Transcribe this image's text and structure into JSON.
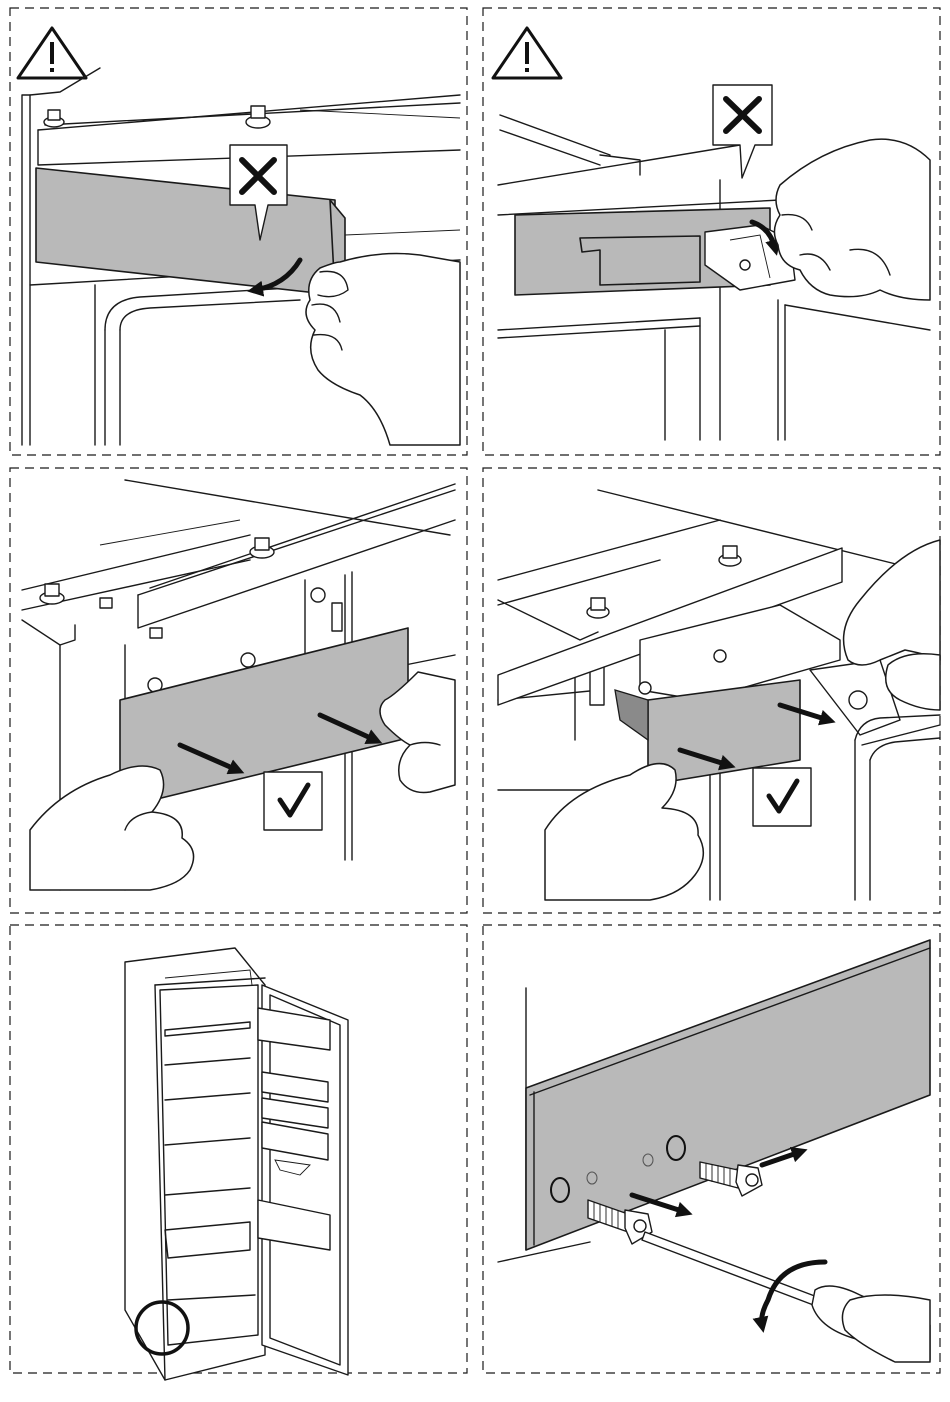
{
  "steps": [
    {
      "id": 1,
      "status": "incorrect",
      "warning": true,
      "badge_icon": "cross-icon"
    },
    {
      "id": 2,
      "status": "incorrect",
      "warning": true,
      "badge_icon": "cross-icon"
    },
    {
      "id": 3,
      "status": "correct",
      "warning": false,
      "badge_icon": "checkmark-icon"
    },
    {
      "id": 4,
      "status": "correct",
      "warning": false,
      "badge_icon": "checkmark-icon"
    },
    {
      "id": 5,
      "status": "info",
      "warning": false,
      "badge_icon": "highlight-circle-icon"
    },
    {
      "id": 6,
      "status": "info",
      "warning": false,
      "badge_icon": "rotate-arrow-icon"
    }
  ],
  "colors": {
    "line": "#1a1a1a",
    "panel_grey": "#b9b9b9",
    "background": "#ffffff"
  },
  "icons": [
    "warning-triangle-icon",
    "cross-icon",
    "checkmark-icon",
    "arrow-icon",
    "screw-icon",
    "screwdriver-icon",
    "hand-icon"
  ]
}
